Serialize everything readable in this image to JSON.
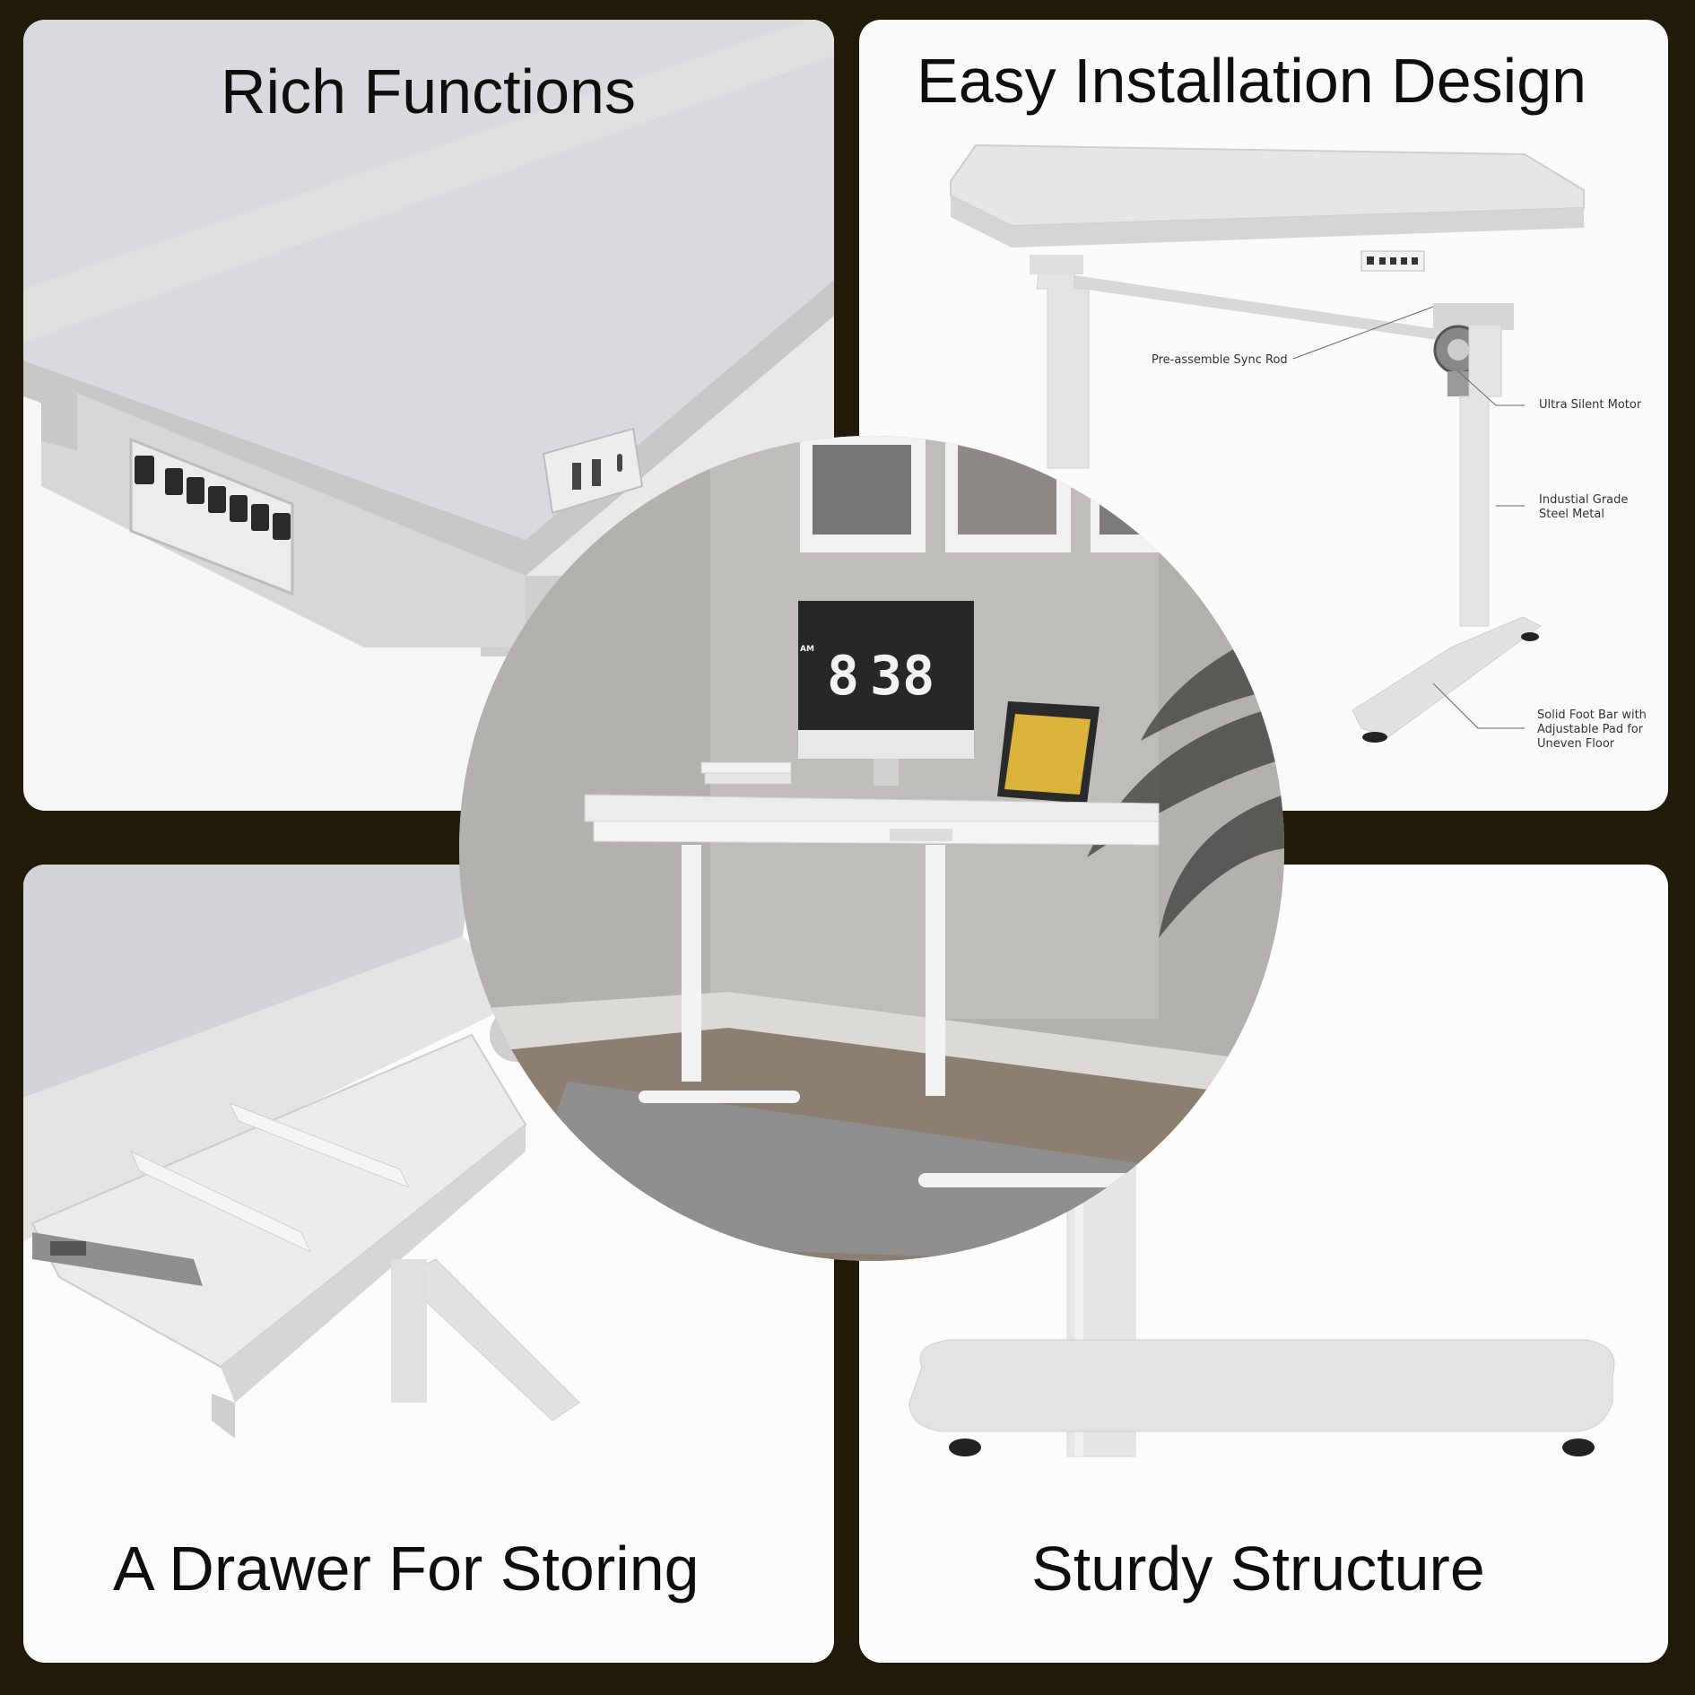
{
  "panels": {
    "top_left": {
      "title": "Rich Functions"
    },
    "top_right": {
      "title": "Easy Installation Design",
      "callouts": {
        "sync_rod": "Pre-assemble Sync Rod",
        "motor": "Ultra Silent Motor",
        "steel": [
          "Industial Grade",
          "Steel Metal"
        ],
        "foot": [
          "Solid Foot Bar with",
          "Adjustable Pad for",
          "Uneven Floor"
        ]
      }
    },
    "bottom_left": {
      "title": "A Drawer For Storing"
    },
    "bottom_right": {
      "title": "Sturdy Structure"
    }
  },
  "center": {
    "clock": {
      "hour": "8",
      "minute": "38",
      "am_pm": "AM"
    }
  },
  "colors": {
    "background": "#211a08",
    "panel": "#ffffff",
    "desk": "#e6e6e6"
  }
}
